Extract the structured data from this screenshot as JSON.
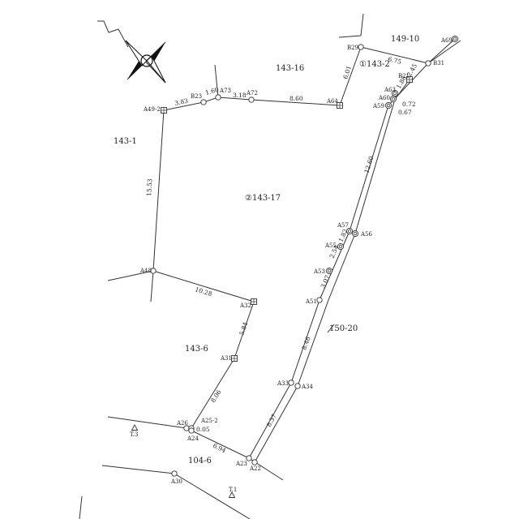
{
  "parcels": [
    {
      "id": "p-143-16",
      "label": "143-16"
    },
    {
      "id": "p-149-10",
      "label": "149-10"
    },
    {
      "id": "p-143-2",
      "label": "①143-2"
    },
    {
      "id": "p-143-1",
      "label": "143-1"
    },
    {
      "id": "p-143-17",
      "label": "②143-17"
    },
    {
      "id": "p-150-20",
      "label": "150-20"
    },
    {
      "id": "p-143-6",
      "label": "143-6"
    },
    {
      "id": "p-104-6",
      "label": "104-6"
    }
  ],
  "points": [
    {
      "id": "A69",
      "label": "A69",
      "mark": "double-circle"
    },
    {
      "id": "B29",
      "label": "B29",
      "mark": "circle"
    },
    {
      "id": "B31",
      "label": "B31",
      "mark": "circle"
    },
    {
      "id": "B21",
      "label": "B21",
      "mark": "square"
    },
    {
      "id": "A63",
      "label": "A63",
      "mark": "double-circle"
    },
    {
      "id": "A60",
      "label": "A60",
      "mark": "double-circle"
    },
    {
      "id": "A59",
      "label": "A59",
      "mark": "double-circle"
    },
    {
      "id": "A64",
      "label": "A64",
      "mark": "square"
    },
    {
      "id": "A72",
      "label": "A72",
      "mark": "circle"
    },
    {
      "id": "A73",
      "label": "A73",
      "mark": "circle"
    },
    {
      "id": "B23",
      "label": "B23",
      "mark": "circle"
    },
    {
      "id": "A49-2",
      "label": "A49-2",
      "mark": "square"
    },
    {
      "id": "A48",
      "label": "A48",
      "mark": "circle"
    },
    {
      "id": "A57",
      "label": "A57",
      "mark": "double-circle"
    },
    {
      "id": "A56",
      "label": "A56",
      "mark": "double-circle"
    },
    {
      "id": "A55",
      "label": "A55",
      "mark": "double-circle"
    },
    {
      "id": "A53",
      "label": "A53",
      "mark": "double-circle"
    },
    {
      "id": "A51",
      "label": "A51",
      "mark": "circle"
    },
    {
      "id": "A32",
      "label": "A32",
      "mark": "square"
    },
    {
      "id": "A31",
      "label": "A31",
      "mark": "square"
    },
    {
      "id": "A33",
      "label": "A33",
      "mark": "circle"
    },
    {
      "id": "A34",
      "label": "A34",
      "mark": "circle"
    },
    {
      "id": "A26",
      "label": "A26",
      "mark": "circle"
    },
    {
      "id": "A25-2",
      "label": "A25-2",
      "mark": "circle"
    },
    {
      "id": "A24",
      "label": "A24",
      "mark": "circle"
    },
    {
      "id": "A23",
      "label": "A23",
      "mark": "circle"
    },
    {
      "id": "A22",
      "label": "A22",
      "mark": "circle"
    },
    {
      "id": "A30",
      "label": "A30",
      "mark": "circle"
    },
    {
      "id": "T3",
      "label": "T.3",
      "mark": "triangle"
    },
    {
      "id": "T1",
      "label": "T.1",
      "mark": "triangle"
    }
  ],
  "distances": [
    {
      "id": "d-b29-b31",
      "value": "6.75"
    },
    {
      "id": "d-b31-b21",
      "value": "2.45"
    },
    {
      "id": "d-b21-a63",
      "value": "1.86"
    },
    {
      "id": "d-a60",
      "value": "0.72"
    },
    {
      "id": "d-a59",
      "value": "0.67"
    },
    {
      "id": "d-b29-a64",
      "value": "6.01"
    },
    {
      "id": "d-a64-a72",
      "value": "8.60"
    },
    {
      "id": "d-a72-a73",
      "value": "3.18"
    },
    {
      "id": "d-a73-b23",
      "value": "1.60"
    },
    {
      "id": "d-b23-a49",
      "value": "3.83"
    },
    {
      "id": "d-a49-a48",
      "value": "15.53"
    },
    {
      "id": "d-a59-a57",
      "value": "12.60"
    },
    {
      "id": "d-a57-a55",
      "value": "1.82"
    },
    {
      "id": "d-a55-a53",
      "value": "2.54"
    },
    {
      "id": "d-a53-a51",
      "value": "3.07"
    },
    {
      "id": "d-a51-a33",
      "value": "8.46"
    },
    {
      "id": "d-a48-a32",
      "value": "10.28"
    },
    {
      "id": "d-a32-a31",
      "value": "5.84"
    },
    {
      "id": "d-a31-a25",
      "value": "8.06"
    },
    {
      "id": "d-a25-a24",
      "value": "0.05"
    },
    {
      "id": "d-a33-a22",
      "value": "8.37"
    },
    {
      "id": "d-a24-a23",
      "value": "6.94"
    }
  ]
}
